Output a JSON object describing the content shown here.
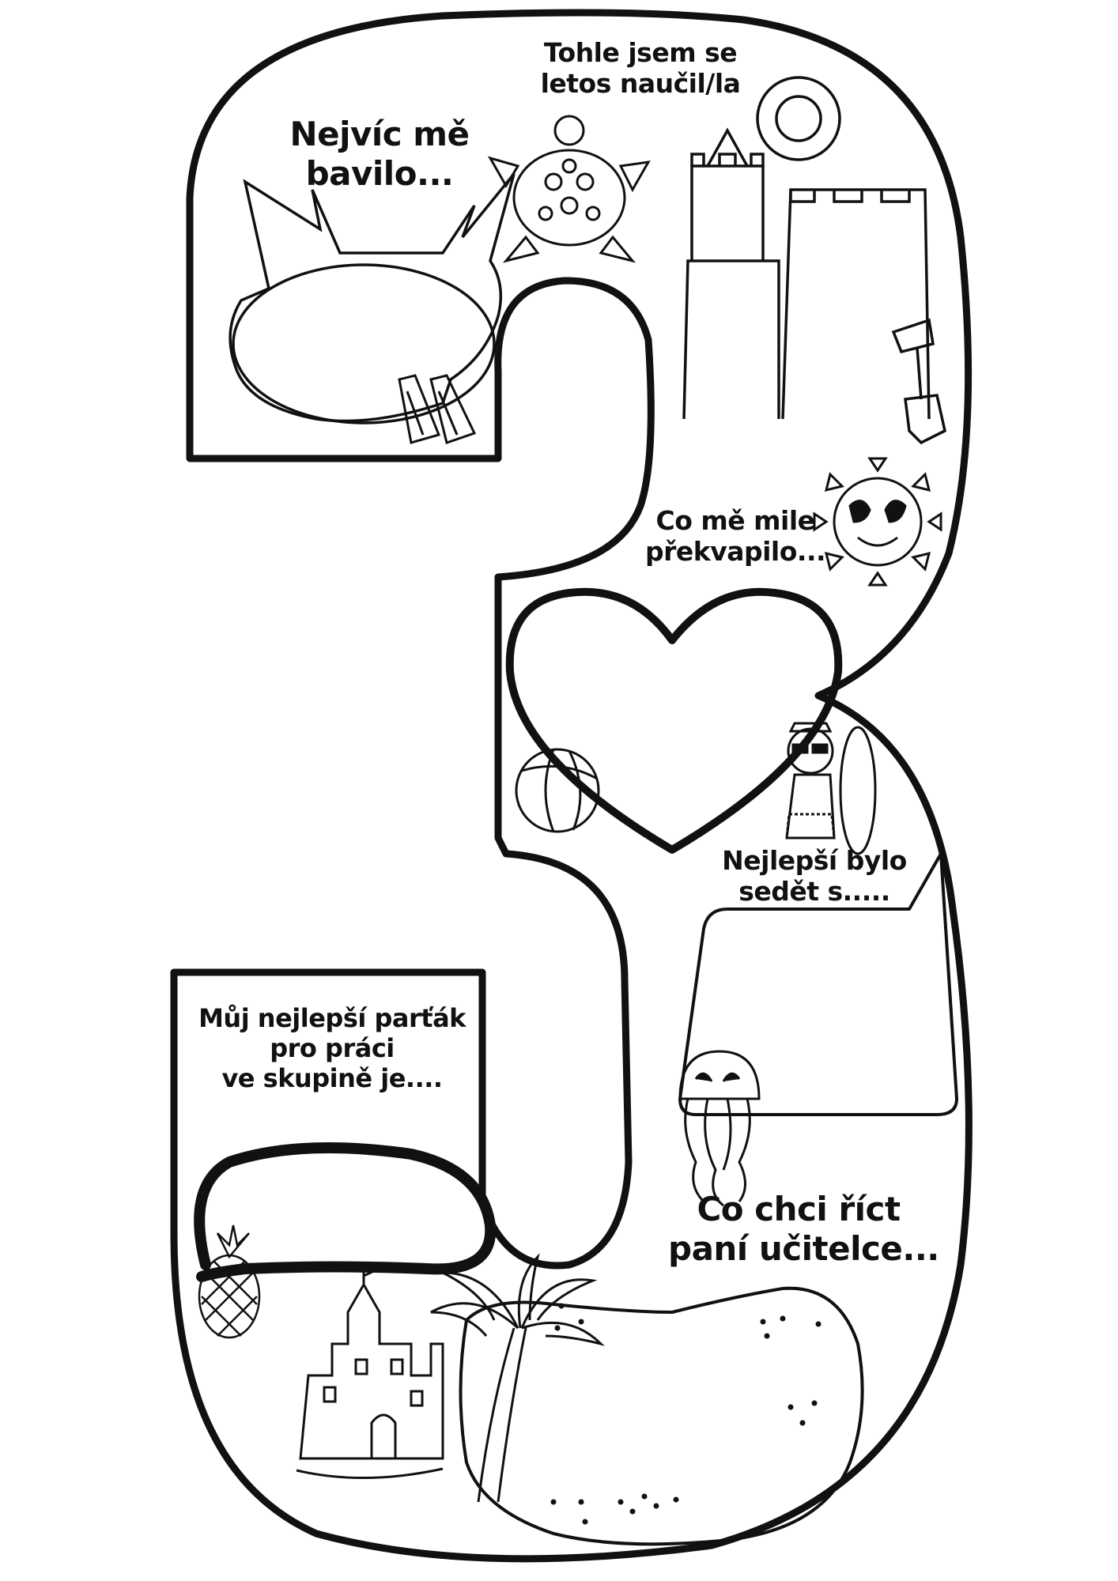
{
  "worksheet": {
    "number_shape": "3",
    "colors": {
      "ink": "#111111",
      "paper": "#ffffff"
    },
    "prompts": {
      "most_fun": {
        "lines": [
          "Nejvíc mě",
          "bavilo..."
        ]
      },
      "learned": {
        "lines": [
          "Tohle jsem se",
          "letos naučil/la"
        ]
      },
      "surprised": {
        "lines": [
          "Co mě mile",
          "překvapilo..."
        ]
      },
      "best_sitting": {
        "lines": [
          "Nejlepší bylo",
          "sedět s....."
        ]
      },
      "group_partner": {
        "lines": [
          "Můj nejlepší parťák",
          "pro práci",
          "ve skupině je...."
        ]
      },
      "tell_teacher": {
        "lines": [
          "Co chci říct",
          "paní učitelce..."
        ]
      }
    },
    "decorations": [
      "turtle-icon",
      "swim-ring-icon",
      "sandcastle-tower-icon",
      "shovel-icon",
      "flippers-icon",
      "sun-with-sunglasses-icon",
      "beach-ball-icon",
      "surfing-bear-icon",
      "jellyfish-icon",
      "pineapple-icon",
      "sandcastle-icon",
      "palm-tree-icon"
    ]
  }
}
